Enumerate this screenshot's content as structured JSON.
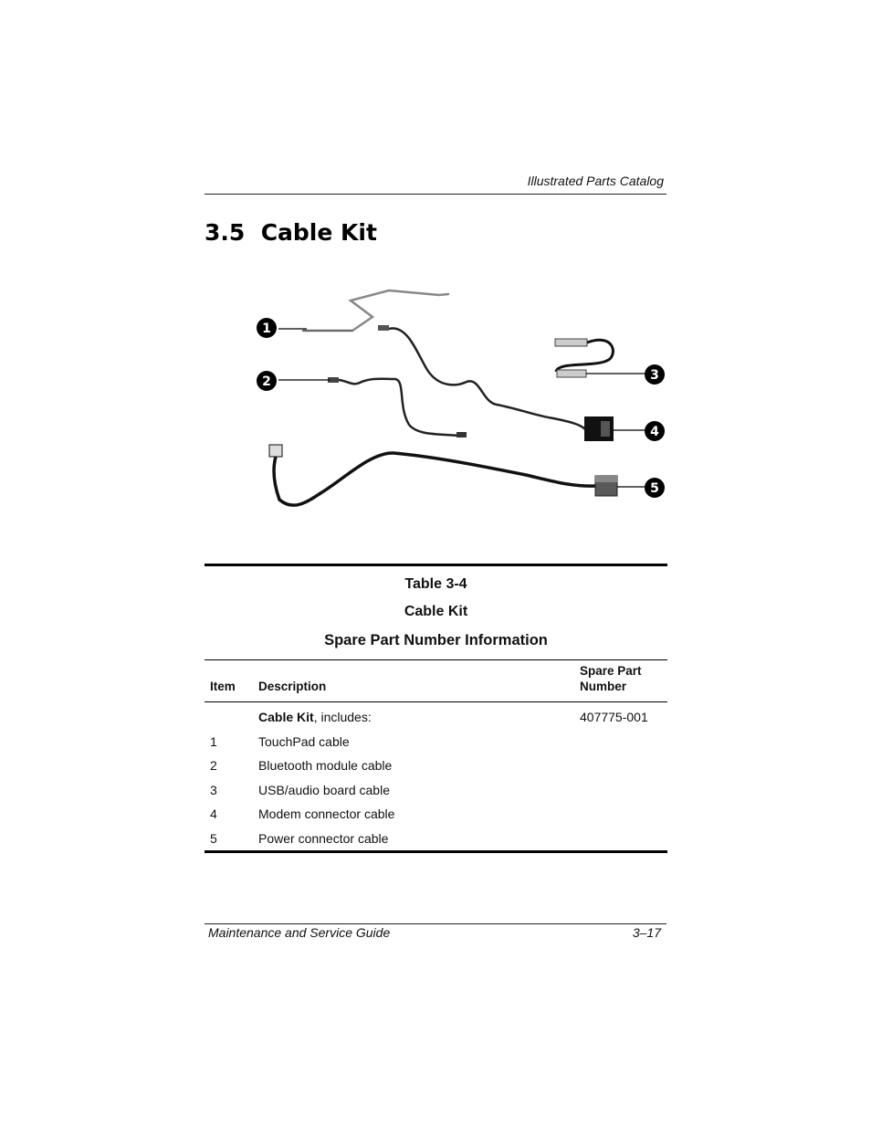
{
  "header": {
    "running_title": "Illustrated Parts Catalog"
  },
  "section": {
    "title": "3.5  Cable Kit"
  },
  "figure": {
    "callouts": [
      "1",
      "2",
      "3",
      "4",
      "5"
    ]
  },
  "table": {
    "caption_line1": "Table 3-4",
    "caption_line2": "Cable Kit",
    "caption_line3": "Spare Part Number Information",
    "columns": {
      "item": "Item",
      "description": "Description",
      "spn_line1": "Spare Part",
      "spn_line2": "Number"
    },
    "kit_row": {
      "name": "Cable Kit",
      "suffix": ", includes:",
      "part_number": "407775-001"
    },
    "rows": [
      {
        "item": "1",
        "description": "TouchPad cable"
      },
      {
        "item": "2",
        "description": "Bluetooth module cable"
      },
      {
        "item": "3",
        "description": "USB/audio board cable"
      },
      {
        "item": "4",
        "description": "Modem connector cable"
      },
      {
        "item": "5",
        "description": "Power connector cable"
      }
    ]
  },
  "footer": {
    "left": "Maintenance and Service Guide",
    "right": "3–17"
  }
}
